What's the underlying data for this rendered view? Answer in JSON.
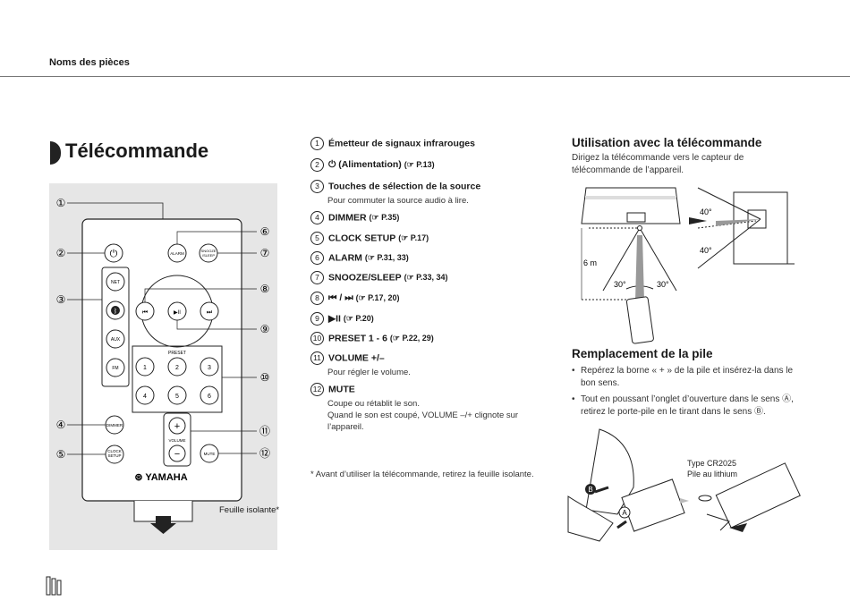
{
  "header": {
    "section": "Noms des pièces"
  },
  "title": "Télécommande",
  "remote": {
    "buttons": {
      "power": "⏻",
      "alarm": "ALARM",
      "snooze": "SNOOZE/SLEEP",
      "net": "NET",
      "bluetooth": "ʙ",
      "aux": "AUX",
      "fm": "FM",
      "prev": "⏮",
      "play": "▶︎II",
      "next": "⏭",
      "preset_label": "PRESET",
      "presets": [
        "1",
        "2",
        "3",
        "4",
        "5",
        "6"
      ],
      "dimmer": "DIMMER",
      "clock": "CLOCK SETUP",
      "volume": "VOLUME",
      "vol_up": "+",
      "vol_down": "−",
      "mute": "MUTE",
      "brand": "YAMAHA"
    },
    "callouts": [
      "①",
      "②",
      "③",
      "④",
      "⑤",
      "⑥",
      "⑦",
      "⑧",
      "⑨",
      "⑩",
      "⑪",
      "⑫"
    ],
    "sheet_label": "Feuille isolante*"
  },
  "items": [
    {
      "num": "1",
      "label": "Émetteur de signaux infrarouges",
      "ref": "",
      "sub": ""
    },
    {
      "num": "2",
      "label": "⏻ (Alimentation)",
      "ref": "(☞ P.13)",
      "sub": ""
    },
    {
      "num": "3",
      "label": "Touches de sélection de la source",
      "ref": "",
      "sub": "Pour commuter la source audio à lire."
    },
    {
      "num": "4",
      "label": "DIMMER",
      "ref": "(☞ P.35)",
      "sub": ""
    },
    {
      "num": "5",
      "label": "CLOCK SETUP",
      "ref": "(☞ P.17)",
      "sub": ""
    },
    {
      "num": "6",
      "label": "ALARM",
      "ref": "(☞ P.31, 33)",
      "sub": ""
    },
    {
      "num": "7",
      "label": "SNOOZE/SLEEP",
      "ref": "(☞ P.33, 34)",
      "sub": ""
    },
    {
      "num": "8",
      "label": "⏮ / ⏭",
      "ref": "(☞ P.17, 20)",
      "sub": ""
    },
    {
      "num": "9",
      "label": "▶︎II",
      "ref": "(☞ P.20)",
      "sub": ""
    },
    {
      "num": "10",
      "label": "PRESET 1 - 6",
      "ref": "(☞ P.22, 29)",
      "sub": ""
    },
    {
      "num": "11",
      "label": "VOLUME +/–",
      "ref": "",
      "sub": "Pour régler le volume."
    },
    {
      "num": "12",
      "label": "MUTE",
      "ref": "",
      "sub": "Coupe ou rétablit le son.\nQuand le son est coupé, VOLUME –/+ clignote sur l’appareil."
    }
  ],
  "footnote": "*  Avant d’utiliser la télécommande, retirez la feuille isolante.",
  "usage": {
    "heading": "Utilisation avec la télécommande",
    "text": "Dirigez la télécommande vers le capteur de télécommande de l’appareil.",
    "distance": "6 m",
    "angles": [
      "30°",
      "30°",
      "40°",
      "40°"
    ]
  },
  "battery": {
    "heading": "Remplacement de la pile",
    "bullets": [
      "Repérez la borne « + » de la pile et insérez-la dans le bon sens.",
      "Tout en poussant l’onglet d’ouverture dans le sens Ⓐ, retirez le porte-pile en le tirant dans le sens Ⓑ."
    ],
    "type_line1": "Type CR2025",
    "type_line2": "Pile au lithium",
    "markers": [
      "B",
      "A"
    ]
  },
  "colors": {
    "panel": "#e6e6e6",
    "ink": "#1a1a1a",
    "rule": "#777777"
  }
}
